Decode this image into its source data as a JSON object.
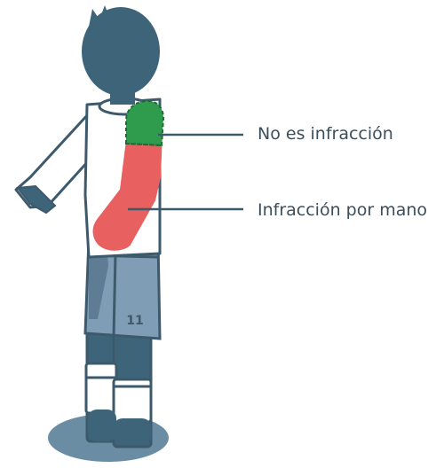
{
  "labels": {
    "no_offence": "No es infracción",
    "handball_offence": "Infracción por mano"
  },
  "player": {
    "shorts_number": "11"
  },
  "colors": {
    "outline": "#3c5a6c",
    "hair_head": "#3e6479",
    "shirt": "#ffffff",
    "shorts": "#7f9db4",
    "shorts_dark": "#5e7d94",
    "shadow": "#6a8da3",
    "allowed_zone": "#2e9c4c",
    "offence_zone": "#e8605f",
    "callout_line": "#3c5a6c",
    "text": "#3c4e5c"
  }
}
